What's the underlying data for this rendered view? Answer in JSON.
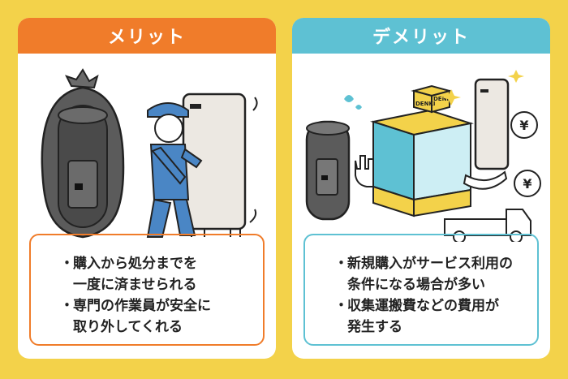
{
  "merit": {
    "title": "メリット",
    "items": [
      {
        "lines": [
          "購入から処分までを",
          "一度に済ませられる"
        ]
      },
      {
        "lines": [
          "専門の作業員が安全に",
          "取り外してくれる"
        ]
      }
    ]
  },
  "demerit": {
    "title": "デメリット",
    "items": [
      {
        "lines": [
          "新規購入がサービス利用の",
          "条件になる場合が多い"
        ]
      },
      {
        "lines": [
          "収集運搬費などの費用が",
          "発生する"
        ]
      }
    ],
    "building_sign": "DENKI",
    "yen_symbol": "¥"
  },
  "bullet": "・",
  "colors": {
    "background": "#f3d24a",
    "merit_accent": "#f07c2a",
    "demerit_accent": "#5ec1d3",
    "worker_uniform": "#4a86c5"
  }
}
